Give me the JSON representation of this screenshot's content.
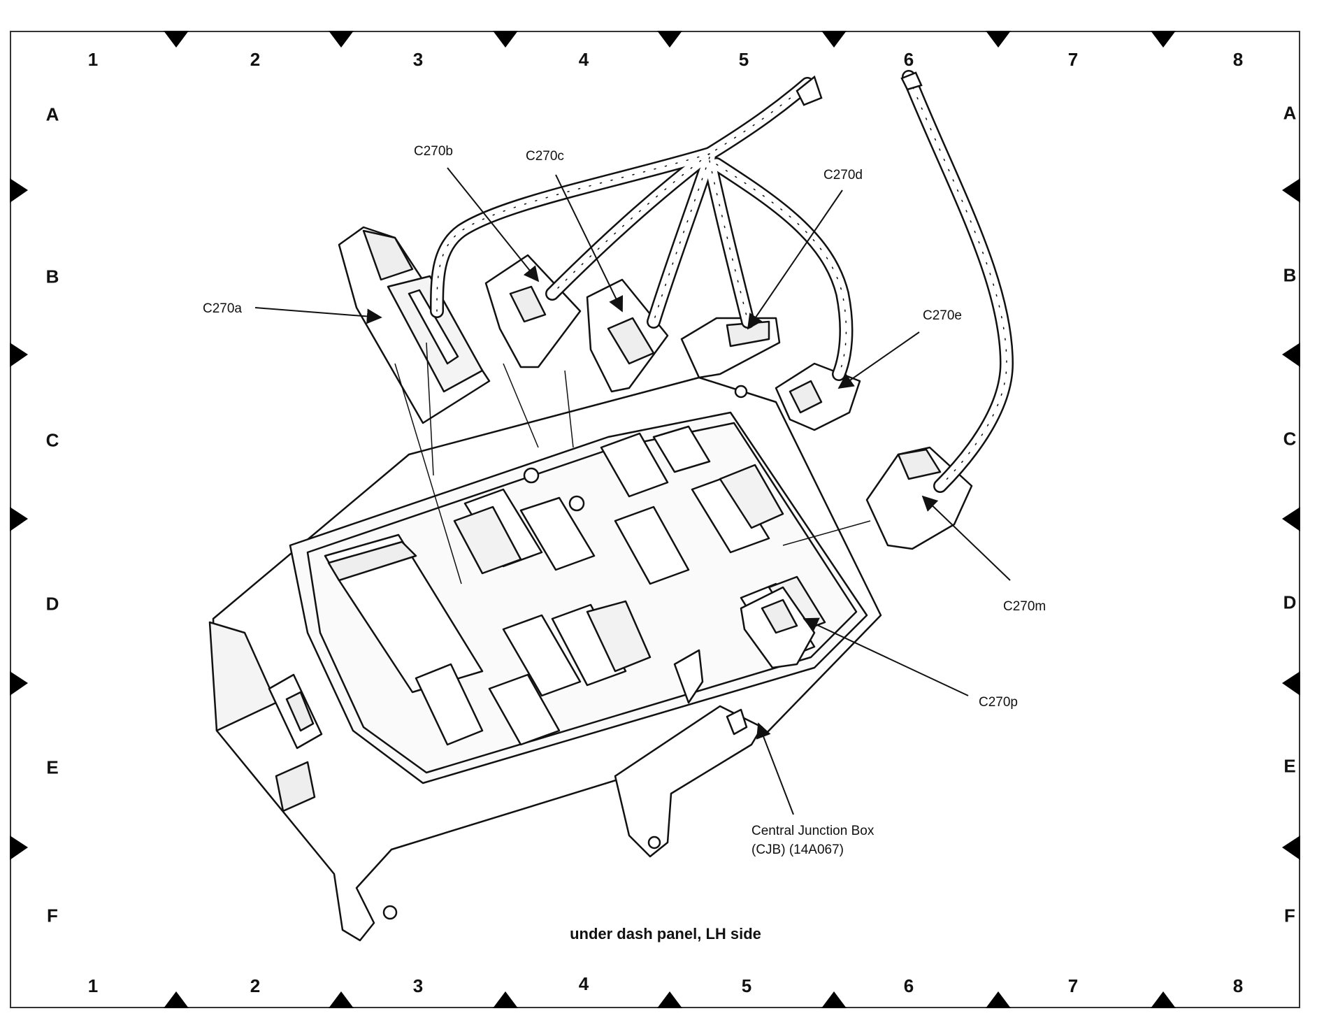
{
  "grid": {
    "columns": [
      "1",
      "2",
      "3",
      "4",
      "5",
      "6",
      "7",
      "8"
    ],
    "rows": [
      "A",
      "B",
      "C",
      "D",
      "E",
      "F"
    ]
  },
  "callouts": {
    "c270a": "C270a",
    "c270b": "C270b",
    "c270c": "C270c",
    "c270d": "C270d",
    "c270e": "C270e",
    "c270m": "C270m",
    "c270p": "C270p",
    "cjb_line1": "Central Junction Box",
    "cjb_line2": "(CJB) (14A067)"
  },
  "caption": "under dash panel, LH side"
}
